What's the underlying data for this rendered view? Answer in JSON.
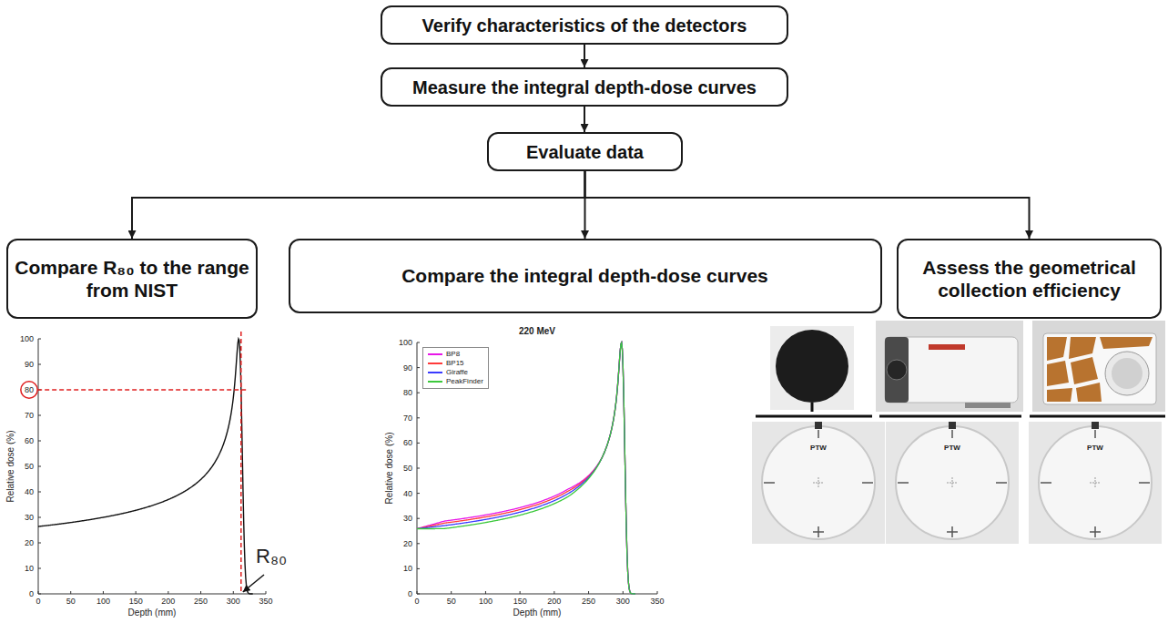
{
  "diagram": {
    "nodes": [
      {
        "text": [
          "Verify characteristics of the detectors"
        ]
      },
      {
        "text": [
          "Measure the integral depth-dose curves"
        ]
      },
      {
        "text": [
          "Evaluate data"
        ]
      },
      {
        "text": [
          "Compare R₈₀ to the range from NIST"
        ]
      },
      {
        "text": [
          "Compare the integral depth-dose curves"
        ]
      },
      {
        "text": [
          "Assess the geometrical collection efficiency"
        ]
      }
    ],
    "edges": [
      {
        "from": 0,
        "to": 1,
        "arrow": "to"
      },
      {
        "from": 1,
        "to": 2,
        "arrow": "to"
      },
      {
        "from": 2,
        "to": 3,
        "arrow": "to"
      },
      {
        "from": 2,
        "to": 4,
        "arrow": "to"
      },
      {
        "from": 2,
        "to": 5,
        "arrow": "to"
      }
    ],
    "labels": [
      "0",
      "10",
      "20",
      "30",
      "40",
      "50",
      "60",
      "70",
      "80",
      "90",
      "100",
      "0",
      "50",
      "100",
      "150",
      "200",
      "250",
      "300",
      "350",
      "Relative dose (%)",
      "Depth (mm)",
      "R₈₀",
      "220 MeV",
      "0",
      "10",
      "20",
      "30",
      "40",
      "50",
      "60",
      "70",
      "80",
      "90",
      "100",
      "0",
      "50",
      "100",
      "150",
      "200",
      "250",
      "300",
      "350",
      "Relative dose (%)",
      "Depth (mm)",
      "PTW",
      "PTW",
      "PTW"
    ],
    "legend": [
      {
        "text": "BP8",
        "color": "#e817e8"
      },
      {
        "text": "BP15",
        "color": "#ff3b3b"
      },
      {
        "text": "Giraffe",
        "color": "#3b3bff"
      },
      {
        "text": "PeakFinder",
        "color": "#3cc83c"
      }
    ]
  }
}
